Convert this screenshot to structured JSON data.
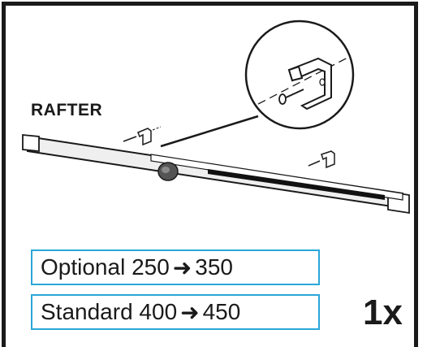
{
  "part": {
    "name": "RAFTER",
    "quantity": "1x"
  },
  "sizes": {
    "optional": {
      "label": "Optional",
      "from": "250",
      "to": "350"
    },
    "standard": {
      "label": "Standard",
      "from": "400",
      "to": "450"
    }
  },
  "colors": {
    "frame": "#1a1a1a",
    "box_border": "#2aa7d8",
    "rail": "#e8e8e8",
    "slot": "#111111"
  },
  "icons": [
    "rafter-illustration",
    "bracket-icon",
    "screw-icon",
    "adjust-knob-icon",
    "arrow-right-icon"
  ]
}
